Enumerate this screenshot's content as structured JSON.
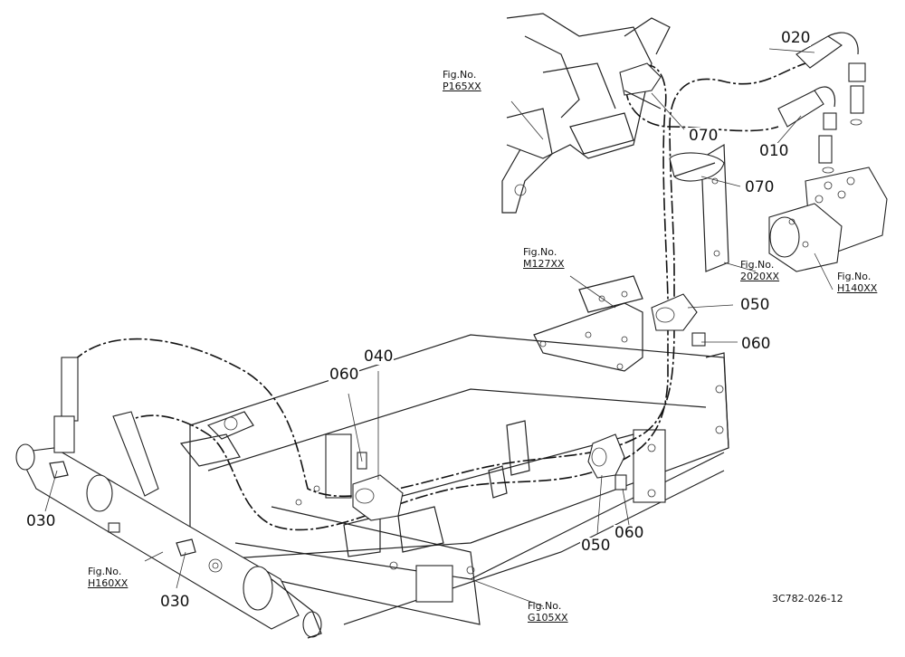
{
  "diagram": {
    "part_labels": {
      "p010": "010",
      "p020": "020",
      "p030a": "030",
      "p030b": "030",
      "p040": "040",
      "p050a": "050",
      "p050b": "050",
      "p060a": "060",
      "p060b": "060",
      "p060c": "060",
      "p070a": "070",
      "p070b": "070"
    },
    "figure_refs": {
      "p165": {
        "prefix": "Fig.No.",
        "number": "P165XX"
      },
      "m127": {
        "prefix": "Fig.No.",
        "number": "M127XX"
      },
      "f2020": {
        "prefix": "Fig.No.",
        "number": "2020XX"
      },
      "h140": {
        "prefix": "Fig.No.",
        "number": "H140XX"
      },
      "h160": {
        "prefix": "Fig.No.",
        "number": "H160XX"
      },
      "g105": {
        "prefix": "Fig.No.",
        "number": "G105XX"
      }
    },
    "drawing_code": "3C782-026-12"
  }
}
